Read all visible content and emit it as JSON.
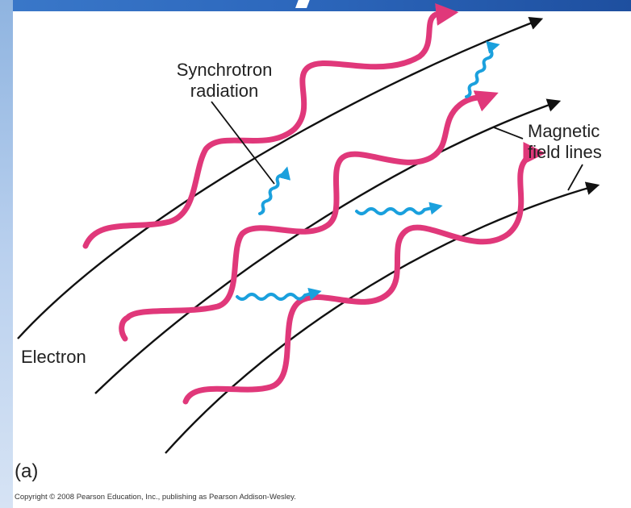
{
  "labels": {
    "synchrotron_line1": "Synchrotron",
    "synchrotron_line2": "radiation",
    "magnetic_line1": "Magnetic",
    "magnetic_line2": "field lines",
    "electron": "Electron",
    "part": "(a)"
  },
  "copyright": "Copyright © 2008 Pearson Education, Inc., publishing as Pearson Addison-Wesley.",
  "colors": {
    "electron_path": "#e0387a",
    "radiation": "#1aa0dd",
    "field_line": "#111111",
    "frame_blue": "#2d68bd"
  }
}
